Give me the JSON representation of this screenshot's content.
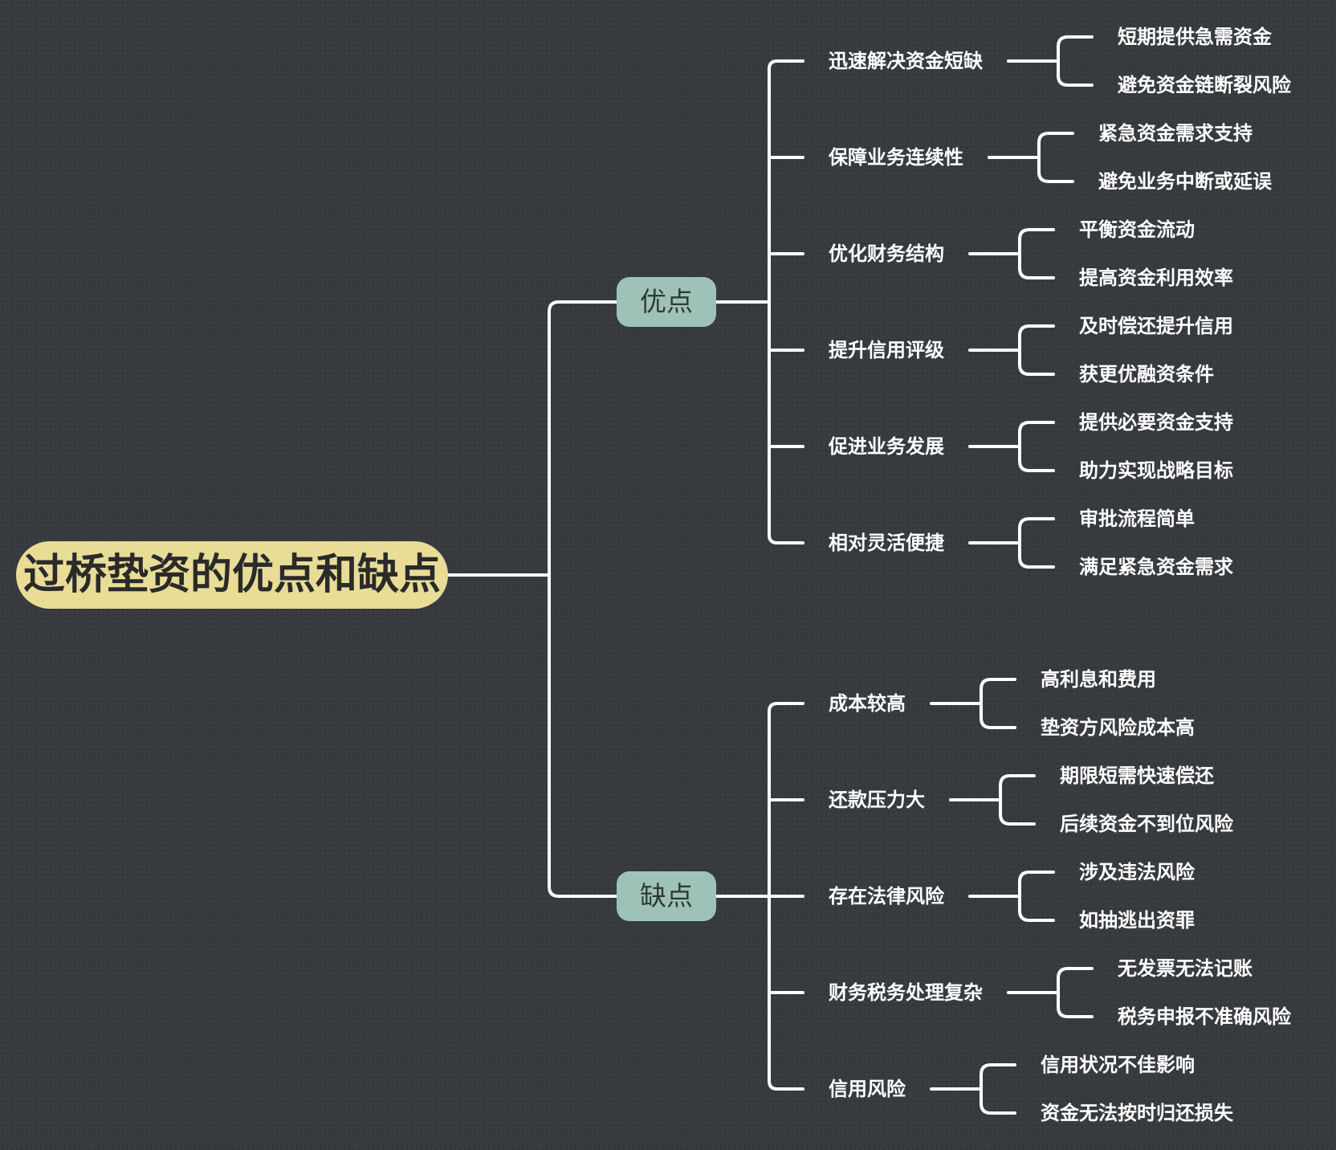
{
  "colors": {
    "background": "#383c40",
    "root_fill": "#e8dc96",
    "branch_fill": "#9fc2b8",
    "connector": "#ffffff",
    "label_text": "#ffffff"
  },
  "mindmap": {
    "root": "过桥垫资的优点和缺点",
    "branches": [
      {
        "label": "优点",
        "subtopics": [
          {
            "label": "迅速解决资金短缺",
            "leaves": [
              "短期提供急需资金",
              "避免资金链断裂风险"
            ]
          },
          {
            "label": "保障业务连续性",
            "leaves": [
              "紧急资金需求支持",
              "避免业务中断或延误"
            ]
          },
          {
            "label": "优化财务结构",
            "leaves": [
              "平衡资金流动",
              "提高资金利用效率"
            ]
          },
          {
            "label": "提升信用评级",
            "leaves": [
              "及时偿还提升信用",
              "获更优融资条件"
            ]
          },
          {
            "label": "促进业务发展",
            "leaves": [
              "提供必要资金支持",
              "助力实现战略目标"
            ]
          },
          {
            "label": "相对灵活便捷",
            "leaves": [
              "审批流程简单",
              "满足紧急资金需求"
            ]
          }
        ]
      },
      {
        "label": "缺点",
        "subtopics": [
          {
            "label": "成本较高",
            "leaves": [
              "高利息和费用",
              "垫资方风险成本高"
            ]
          },
          {
            "label": "还款压力大",
            "leaves": [
              "期限短需快速偿还",
              "后续资金不到位风险"
            ]
          },
          {
            "label": "存在法律风险",
            "leaves": [
              "涉及违法风险",
              "如抽逃出资罪"
            ]
          },
          {
            "label": "财务税务处理复杂",
            "leaves": [
              "无发票无法记账",
              "税务申报不准确风险"
            ]
          },
          {
            "label": "信用风险",
            "leaves": [
              "信用状况不佳影响",
              "资金无法按时归还损失"
            ]
          }
        ]
      }
    ]
  }
}
